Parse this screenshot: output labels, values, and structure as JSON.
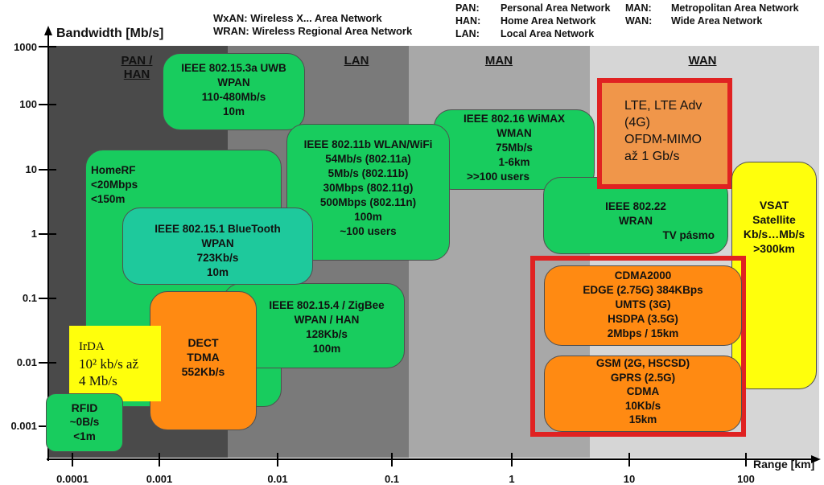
{
  "chart_data": {
    "type": "range-boxes",
    "ylabel": "Bandwidth [Mb/s]",
    "xlabel": "Range [km]",
    "x_scale": "log",
    "y_scale": "log",
    "y_ticks": [
      "1000",
      "100",
      "10",
      "1",
      "0.1",
      "0.01",
      "0.001"
    ],
    "x_ticks": [
      "0.0001",
      "0.001",
      "0.01",
      "0.1",
      "1",
      "10",
      "100"
    ],
    "zones": [
      "PAN /",
      "HAN",
      "LAN",
      "MAN",
      "WAN"
    ],
    "legend_left": [
      "WxAN:  Wireless X... Area Network",
      "WRAN: Wireless Regional Area Network"
    ],
    "legend_abbr": [
      "PAN:",
      "HAN:",
      "LAN:"
    ],
    "legend_desc": [
      "Personal Area Network",
      "Home Area Network",
      "Local Area Network"
    ],
    "legend_abbr2": [
      "MAN:",
      "WAN:"
    ],
    "legend_desc2": [
      "Metropolitan Area Network",
      "Wide Area Network"
    ],
    "boxes": {
      "uwb": [
        "IEEE 802.15.3a UWB",
        "WPAN",
        "110-480Mb/s",
        "10m"
      ],
      "homerf": [
        "HomeRF",
        "<20Mbps",
        "<150m"
      ],
      "wifi": [
        "IEEE 802.11b WLAN/WiFi",
        "54Mb/s (802.11a)",
        "5Mb/s (802.11b)",
        "30Mbps (802.11g)",
        "500Mbps (802.11n)",
        "100m",
        "~100 users"
      ],
      "wimax": [
        "IEEE 802.16 WiMAX",
        "WMAN",
        "75Mb/s",
        "1-6km",
        ">>100 users"
      ],
      "lte": [
        "LTE, LTE Adv",
        "(4G)",
        "OFDM-MIMO",
        "až 1 Gb/s"
      ],
      "wran": [
        "IEEE 802.22",
        "WRAN",
        "TV pásmo"
      ],
      "vsat": [
        "VSAT",
        "Satellite",
        "Kb/s…Mb/s",
        ">300km"
      ],
      "bluetooth": [
        "IEEE 802.15.1 BlueTooth",
        "WPAN",
        "723Kb/s",
        "10m"
      ],
      "zigbee": [
        "IEEE 802.15.4 / ZigBee",
        "WPAN / HAN",
        "128Kb/s",
        "100m"
      ],
      "dect": [
        "DECT",
        "TDMA",
        "552Kb/s"
      ],
      "irda": [
        "IrDA",
        "10² kb/s až",
        "4 Mb/s"
      ],
      "rfid": [
        "RFID",
        "~0B/s",
        "<1m"
      ],
      "cdma2000": [
        "CDMA2000",
        "EDGE (2.75G) 384KBps",
        "UMTS (3G)",
        "HSDPA (3.5G)",
        "2Mbps / 15km"
      ],
      "gsm": [
        "GSM (2G, HSCSD)",
        "GPRS (2.5G)",
        "CDMA",
        "10Kb/s",
        "15km"
      ]
    },
    "colors": {
      "zone_pan": "#4a4a4a",
      "zone_lan": "#7a7a7a",
      "zone_man": "#a8a8a8",
      "zone_wan": "#d6d6d6",
      "green": "#18cc5e",
      "teal": "#1ec99c",
      "orange": "#ff8a12",
      "lte": "#f0964a",
      "yellow": "#ffff0c",
      "red_frame": "#e02222"
    }
  }
}
